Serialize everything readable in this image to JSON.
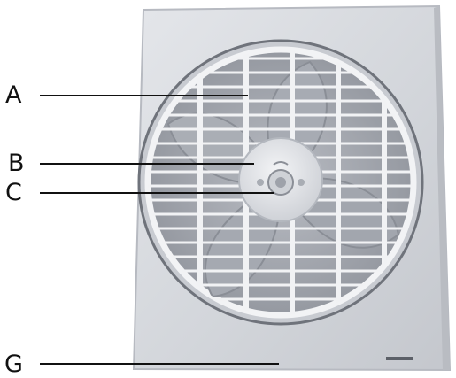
{
  "callouts": [
    {
      "id": "A",
      "label": "A"
    },
    {
      "id": "B",
      "label": "B"
    },
    {
      "id": "C",
      "label": "C"
    },
    {
      "id": "G",
      "label": "G"
    }
  ],
  "brand_text": "",
  "colors": {
    "panel": "#d6d8dd",
    "panel_edge": "#bfc2c8",
    "grille": "#eef0f3",
    "blade": "#9fa3ab",
    "hub": "#dfe1e5",
    "line": "#111111"
  },
  "icons": [
    "fan-hub-control-icon"
  ]
}
